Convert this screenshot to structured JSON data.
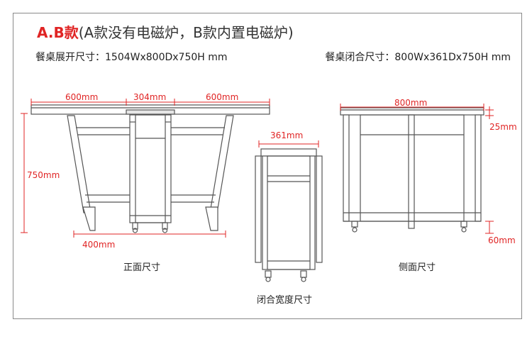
{
  "header": {
    "title_accent": "A.B款",
    "title_rest": "(A款没有电磁炉，B款内置电磁炉)",
    "spec_open": "餐桌展开尺寸：1504Wx800Dx750H mm",
    "spec_closed": "餐桌闭合尺寸：800Wx361Dx750H mm"
  },
  "dimensions": {
    "front_left_wing": "600mm",
    "front_center": "304mm",
    "front_right_wing": "600mm",
    "front_height": "750mm",
    "front_foot_span": "400mm",
    "closed_width": "361mm",
    "side_depth": "800mm",
    "side_top_thickness": "25mm",
    "side_caster_height": "60mm"
  },
  "captions": {
    "front": "正面尺寸",
    "closed": "闭合宽度尺寸",
    "side": "侧面尺寸"
  },
  "colors": {
    "accent": "#e02424",
    "line": "#555555",
    "frame": "#8a8a8a"
  }
}
